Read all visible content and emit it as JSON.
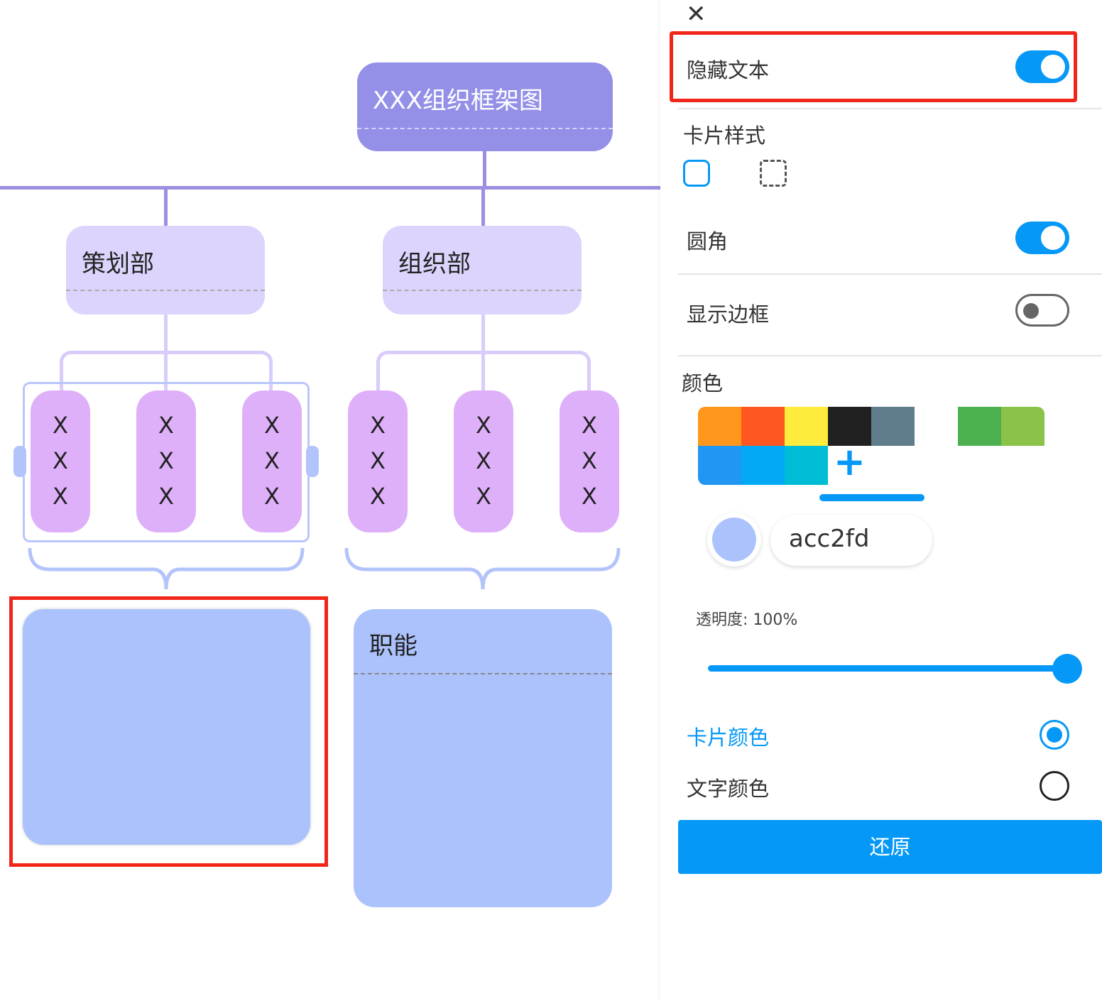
{
  "canvas": {
    "title": "XXX组织框架图",
    "departments": [
      {
        "name": "策划部"
      },
      {
        "name": "组织部"
      }
    ],
    "pills": [
      "X\nX\nX",
      "X\nX\nX",
      "X\nX\nX",
      "X\nX\nX",
      "X\nX\nX",
      "X\nX\nX"
    ],
    "card2_title": "职能",
    "card_color": "#acc2fd"
  },
  "panel": {
    "close_icon": "close-icon",
    "hide_text": {
      "label": "隐藏文本",
      "on": true
    },
    "card_style": {
      "label": "卡片样式",
      "options": [
        "solid",
        "dashed"
      ],
      "selected": "solid"
    },
    "rounded": {
      "label": "圆角",
      "on": true
    },
    "show_border": {
      "label": "显示边框",
      "on": false
    },
    "color": {
      "label": "颜色",
      "swatches": [
        "#fe971c",
        "#ff5722",
        "#ffeb3b",
        "#212121",
        "#607d8b",
        "#4caf50",
        "#8bc34a",
        "#2196f3",
        "#03a9f4",
        "#00bcd4"
      ],
      "add_label": "+",
      "hex": "acc2fd"
    },
    "opacity": {
      "label": "透明度: 100%",
      "value": 100
    },
    "target": [
      {
        "label": "卡片颜色",
        "selected": true
      },
      {
        "label": "文字颜色",
        "selected": false
      }
    ],
    "reset_label": "还原"
  }
}
